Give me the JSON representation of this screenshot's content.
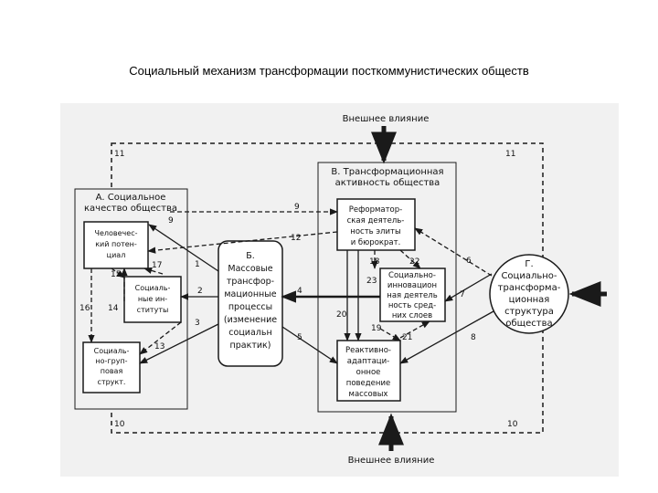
{
  "title": "Социальный механизм трансформации посткоммунистических обществ",
  "external": {
    "top": "Внешнее влияние",
    "bottom": "Внешнее влияние"
  },
  "blocks": {
    "A": {
      "line1": "А. Социальное",
      "line2": "качество общества"
    },
    "human": {
      "lines": [
        "Человечес-",
        "кий потен-",
        "циал"
      ]
    },
    "institutes": {
      "lines": [
        "Социаль-",
        "ные ин-",
        "ституты"
      ]
    },
    "structure": {
      "lines": [
        "Социаль-",
        "но-груп-",
        "повая",
        "структ."
      ]
    },
    "B": {
      "lines": [
        "Б.",
        "Массовые",
        "трансфор-",
        "мационные",
        "процессы",
        "(изменение",
        "социальн",
        "практик)"
      ]
    },
    "V": {
      "line1": "В. Трансформационная",
      "line2": "активность общества"
    },
    "reform": {
      "lines": [
        "Реформатор-",
        "ская деятель-",
        "ность элиты",
        "и бюрократ."
      ]
    },
    "innov": {
      "lines": [
        "Социально-",
        "инновацион",
        "ная деятель",
        "ность сред-",
        "них слоев"
      ]
    },
    "react": {
      "lines": [
        "Реактивно-",
        "адаптаци-",
        "онное",
        "поведение",
        "массовых"
      ]
    },
    "G": {
      "lines": [
        "Г.",
        "Социально-",
        "трансформа-",
        "ционная",
        "структура",
        "общества"
      ]
    }
  },
  "labels": {
    "n1": "1",
    "n2": "2",
    "n3": "3",
    "n4": "4",
    "n5": "5",
    "n6": "6",
    "n7": "7",
    "n8": "8",
    "n9": "9",
    "n9b": "9",
    "n10a": "10",
    "n10b": "10",
    "n11a": "11",
    "n11b": "11",
    "n12": "12",
    "n13": "13",
    "n14": "14",
    "n15": "15",
    "n16": "16",
    "n17": "17",
    "n18": "18",
    "n19": "19",
    "n20": "20",
    "n21": "21",
    "n22": "22",
    "n23": "23"
  },
  "colors": {
    "panel": "#f1f1f1",
    "line": "#1a1a1a"
  }
}
